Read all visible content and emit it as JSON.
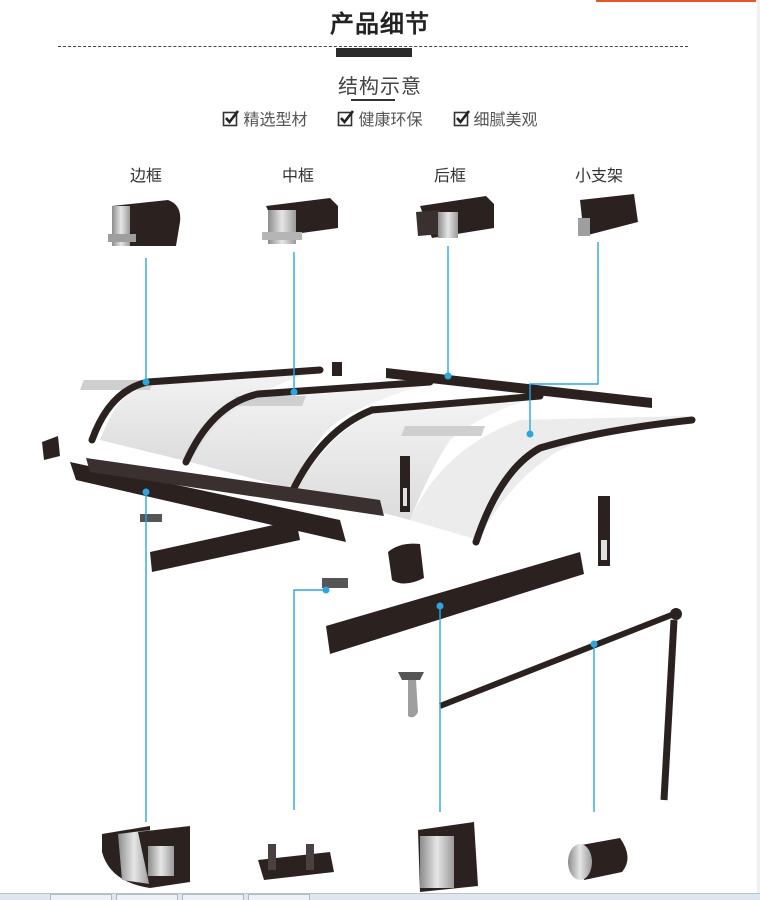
{
  "header": {
    "title": "产品细节"
  },
  "section": {
    "title": "结构示意"
  },
  "features": [
    {
      "label": "精选型材",
      "icon": "check-icon"
    },
    {
      "label": "健康环保",
      "icon": "check-icon"
    },
    {
      "label": "细腻美观",
      "icon": "check-icon"
    }
  ],
  "components": {
    "top": [
      {
        "label": "边框"
      },
      {
        "label": "中框"
      },
      {
        "label": "后框"
      },
      {
        "label": "小支架"
      }
    ]
  },
  "colors": {
    "profile_dark": "#2b2220",
    "leader_line": "#2aa7e0",
    "panel": "#e9e9e9",
    "accent": "#e8542a"
  }
}
